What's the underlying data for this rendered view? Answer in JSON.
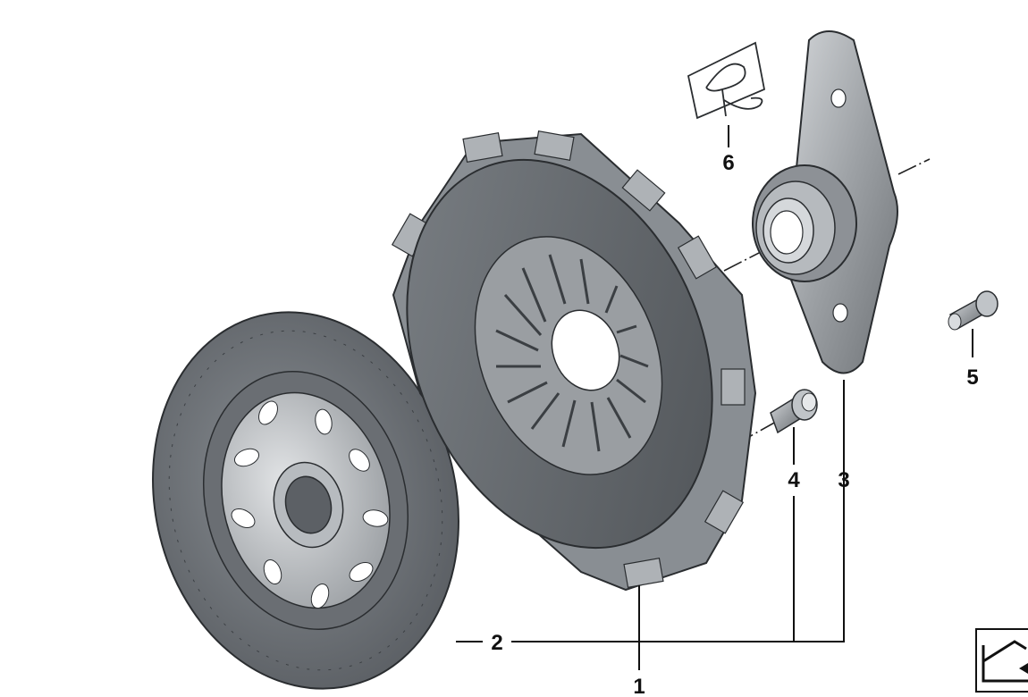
{
  "diagram": {
    "type": "exploded-parts-view",
    "callouts": [
      {
        "id": "1",
        "label": "1"
      },
      {
        "id": "2",
        "label": "2"
      },
      {
        "id": "3",
        "label": "3"
      },
      {
        "id": "4",
        "label": "4"
      },
      {
        "id": "5",
        "label": "5"
      },
      {
        "id": "6",
        "label": "6"
      }
    ],
    "parts": [
      {
        "callout": "1",
        "icon": "clutch-pressure-plate-icon"
      },
      {
        "callout": "2",
        "icon": "clutch-disc-icon"
      },
      {
        "callout": "3",
        "icon": "release-bearing-icon"
      },
      {
        "callout": "4",
        "icon": "bolt-icon"
      },
      {
        "callout": "5",
        "icon": "pin-icon"
      },
      {
        "callout": "6",
        "icon": "spring-clip-icon"
      }
    ],
    "corner_icon": "reference-stamp-icon",
    "colors": {
      "part_dark": "#5f6368",
      "part_mid": "#868b90",
      "part_light": "#b9bdc1",
      "outline": "#2a2d30",
      "line": "#111111",
      "background": "#ffffff"
    }
  }
}
